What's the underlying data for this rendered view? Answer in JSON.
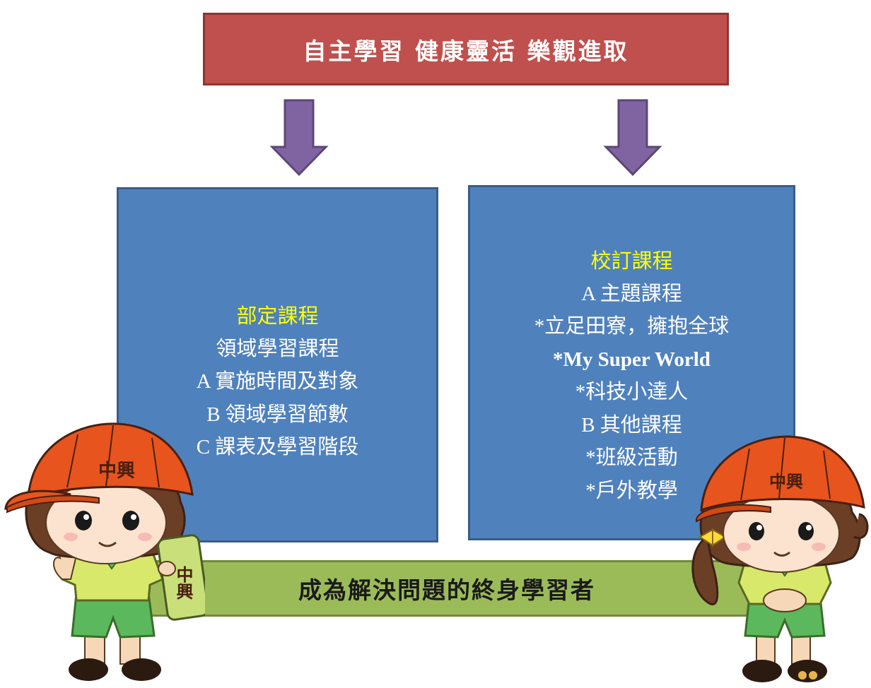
{
  "header": {
    "motto": "自主學習 健康靈活 樂觀進取"
  },
  "left_box": {
    "title": "部定課程",
    "lines": [
      "領域學習課程",
      "A 實施時間及對象",
      "B 領域學習節數",
      "C 課表及學習階段"
    ]
  },
  "right_box": {
    "title": "校訂課程",
    "lines": [
      "A 主題課程",
      "*立足田寮，擁抱全球",
      "*My Super World",
      "*科技小達人",
      "B 其他課程",
      "*班級活動",
      "*戶外教學"
    ]
  },
  "footer": {
    "goal": "成為解決問題的終身學習者"
  },
  "mascots": {
    "left_cap_text": "中興",
    "left_sign_text": "中興",
    "right_cap_text": "中興"
  },
  "colors": {
    "banner": "#c0504d",
    "box": "#4f81bd",
    "arrow": "#8064a2",
    "bar": "#9bbb59",
    "title_text": "#ffff00",
    "cap": "#e8541d"
  }
}
